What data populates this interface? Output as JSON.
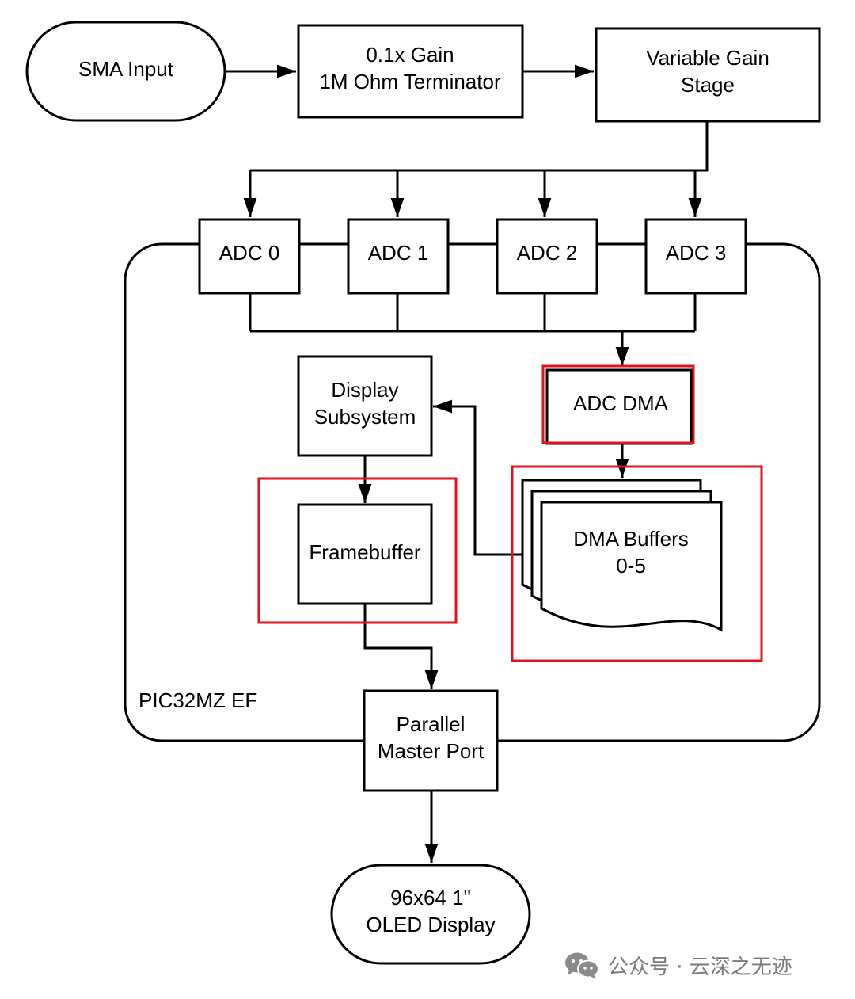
{
  "nodes": {
    "sma_input": "SMA Input",
    "gain_terminator": [
      "0.1x Gain",
      "1M Ohm Terminator"
    ],
    "variable_gain": [
      "Variable Gain",
      "Stage"
    ],
    "adc0": "ADC 0",
    "adc1": "ADC 1",
    "adc2": "ADC 2",
    "adc3": "ADC 3",
    "display_subsystem": [
      "Display",
      "Subsystem"
    ],
    "adc_dma": "ADC DMA",
    "framebuffer": "Framebuffer",
    "dma_buffers": [
      "DMA Buffers",
      "0-5"
    ],
    "parallel_master_port": [
      "Parallel",
      "Master Port"
    ],
    "oled_display": [
      "96x64 1\"",
      "OLED Display"
    ]
  },
  "container_label": "PIC32MZ EF",
  "highlight_color": "#e0141e",
  "watermark": {
    "icon": "wechat-icon",
    "text": "公众号 · 云深之无迹"
  }
}
